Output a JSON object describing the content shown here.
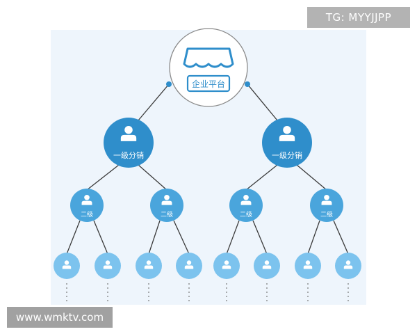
{
  "root": {
    "label": "企业平台",
    "icon": "storefront-icon"
  },
  "level1": [
    {
      "label": "一级分销",
      "icon": "user-icon"
    },
    {
      "label": "一级分销",
      "icon": "user-icon"
    }
  ],
  "level2": [
    {
      "label": "二级",
      "icon": "user-icon"
    },
    {
      "label": "二级",
      "icon": "user-icon"
    },
    {
      "label": "二级",
      "icon": "user-icon"
    },
    {
      "label": "二级",
      "icon": "user-icon"
    }
  ],
  "level3_count": 8,
  "colors": {
    "primary": "#2f8ecb",
    "secondary": "#4aa5dc",
    "tertiary": "#7cc3ee",
    "line": "#3a3a3a",
    "panel": "#eef5fc"
  },
  "watermarks": {
    "top_right": "TG: MYYJJPP",
    "bottom_left": "www.wmktv.com"
  }
}
